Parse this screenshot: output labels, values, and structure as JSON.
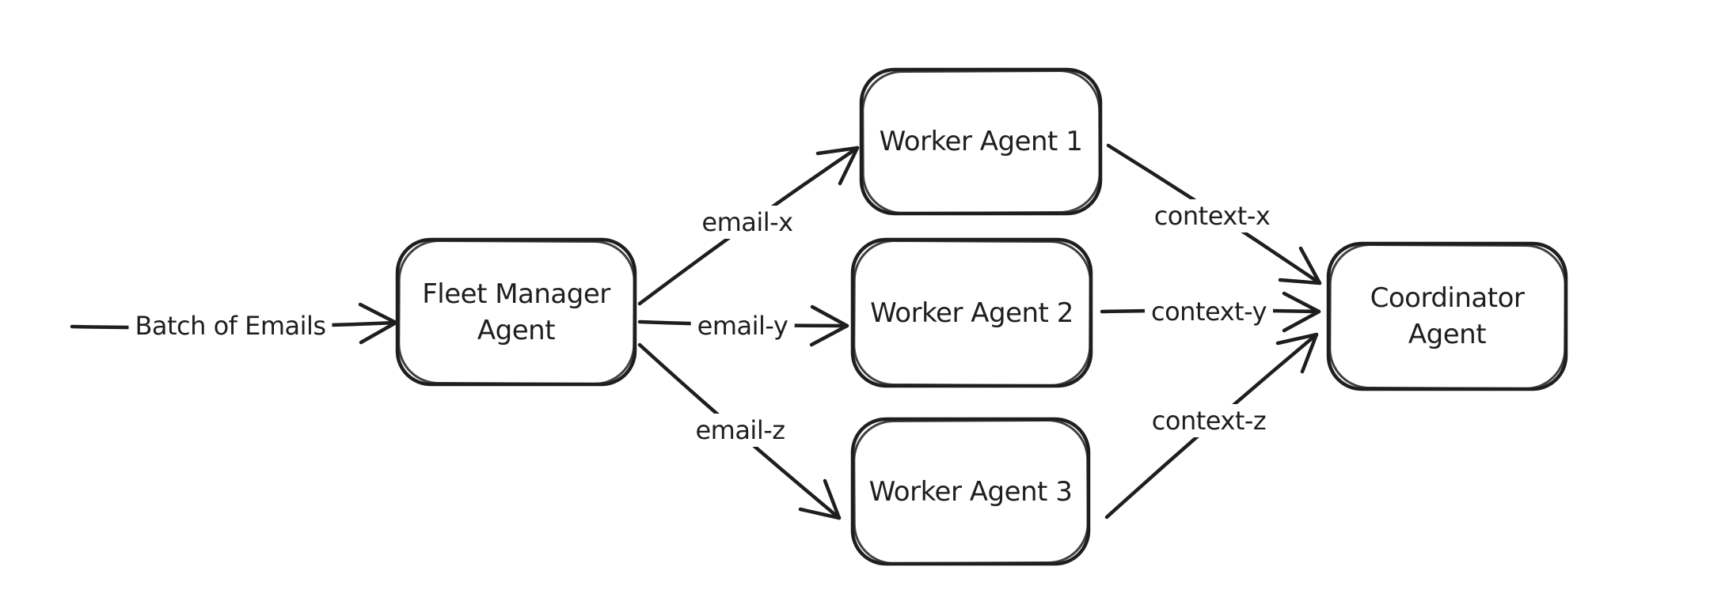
{
  "diagram": {
    "background_color": "#ffffff",
    "stroke_color": "#1e1e1e",
    "style": "hand-drawn",
    "nodes": [
      {
        "id": "fleet-manager-agent",
        "label": "Fleet Manager Agent",
        "lines": [
          "Fleet Manager",
          "Agent"
        ]
      },
      {
        "id": "worker-agent-1",
        "label": "Worker Agent 1",
        "lines": [
          "Worker Agent 1"
        ]
      },
      {
        "id": "worker-agent-2",
        "label": "Worker Agent 2",
        "lines": [
          "Worker Agent 2"
        ]
      },
      {
        "id": "worker-agent-3",
        "label": "Worker Agent 3",
        "lines": [
          "Worker Agent 3"
        ]
      },
      {
        "id": "coordinator-agent",
        "label": "Coordinator Agent",
        "lines": [
          "Coordinator",
          "Agent"
        ]
      }
    ],
    "edges": [
      {
        "id": "batch-of-emails",
        "label": "Batch of Emails",
        "from": "input",
        "to": "fleet-manager-agent"
      },
      {
        "id": "email-x",
        "label": "email-x",
        "from": "fleet-manager-agent",
        "to": "worker-agent-1"
      },
      {
        "id": "email-y",
        "label": "email-y",
        "from": "fleet-manager-agent",
        "to": "worker-agent-2"
      },
      {
        "id": "email-z",
        "label": "email-z",
        "from": "fleet-manager-agent",
        "to": "worker-agent-3"
      },
      {
        "id": "context-x",
        "label": "context-x",
        "from": "worker-agent-1",
        "to": "coordinator-agent"
      },
      {
        "id": "context-y",
        "label": "context-y",
        "from": "worker-agent-2",
        "to": "coordinator-agent"
      },
      {
        "id": "context-z",
        "label": "context-z",
        "from": "worker-agent-3",
        "to": "coordinator-agent"
      }
    ]
  }
}
